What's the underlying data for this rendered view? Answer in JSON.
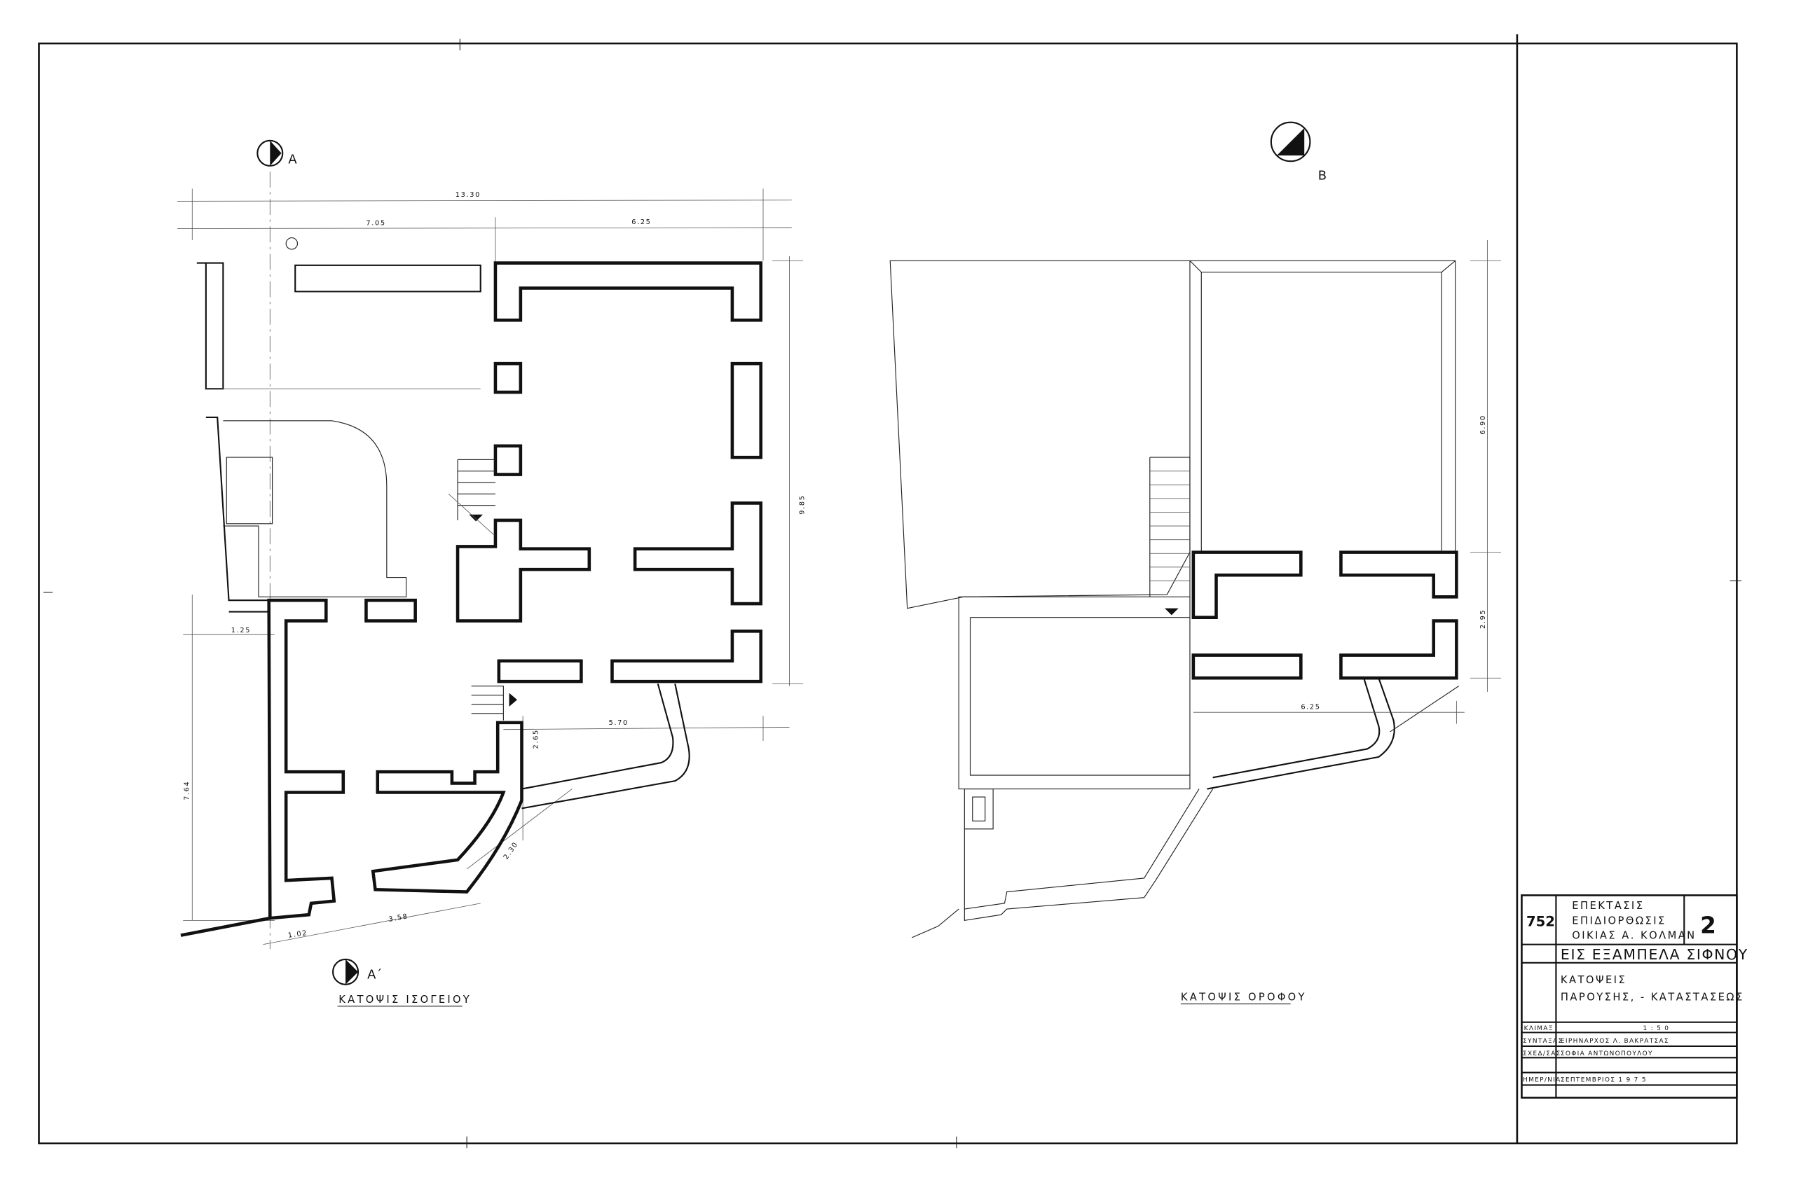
{
  "drawing": {
    "section_markers": {
      "a": "A",
      "a_prime": "A΄",
      "b": "B"
    },
    "ground_floor": {
      "title": "ΚΑΤΟΨΙΣ     ΙΣΟΓΕΙΟΥ",
      "dimensions": {
        "total_width": "13.30",
        "left_width": "7.05",
        "right_width": "6.25",
        "depth_right": "9.85",
        "left_offset": "1.25",
        "depth_left": "7.64",
        "step": "2.65",
        "terrace": "5.70",
        "diag": "2.30",
        "bottom": "3.58",
        "corner": "1.02"
      }
    },
    "upper_floor": {
      "title": "ΚΑΤΟΨΙΣ     ΟΡΟΦΟΥ",
      "dimensions": {
        "depth_top": "6.90",
        "depth_bottom": "2.95",
        "width": "6.25"
      }
    }
  },
  "title_block": {
    "number": "752",
    "project_lines": [
      "ΕΠΕΚΤΑΣΙΣ",
      "ΕΠΙΔΙΟΡΘΩΣΙΣ",
      "ΟΙΚΙΑΣ  Α. ΚΟΛΜΑΝ"
    ],
    "sheet_number": "2",
    "location": "ΕΙΣ ΕΞΑΜΠΕΛΑ ΣΙΦΝΟΥ",
    "content_lines": [
      "ΚΑΤΟΨΕΙΣ",
      "ΠΑΡΟΥΣΗΣ, -   ΚΑΤΑΣΤΑΣΕΩΣ"
    ],
    "rows": [
      {
        "label": "ΚΛΙΜΑΞ",
        "value": "1 : 5 0"
      },
      {
        "label": "ΣΥΝΤΑΞΑΣ",
        "value": "ΕΙΡΗΝΑΡΧΟΣ    Λ.   ΒΑΚΡΑΤΣΑΣ"
      },
      {
        "label": "ΣΧΕΔ/ΣΑΣ",
        "value": "ΣΟΦΙΑ              ΑΝΤΩΝΟΠΟΥΛΟΥ"
      },
      {
        "label": "",
        "value": ""
      },
      {
        "label": "ΗΜΕΡ/ΝΙΑ",
        "value": "ΣΕΠΤΕΜΒΡΙΟΣ       1 9 7 5"
      }
    ]
  }
}
